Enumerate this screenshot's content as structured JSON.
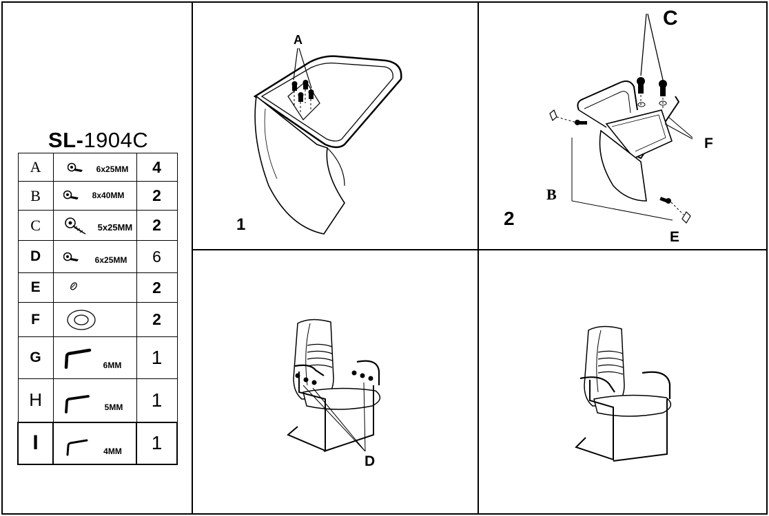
{
  "model": {
    "prefix": "SL-",
    "number": "1904C"
  },
  "parts": [
    {
      "code": "A",
      "icon": "bolt-icon",
      "size": "6x25MM",
      "qty": "4"
    },
    {
      "code": "B",
      "icon": "bolt-icon",
      "size": "8x40MM",
      "qty": "2"
    },
    {
      "code": "C",
      "icon": "wood-screw-icon",
      "size": "5x25MM",
      "qty": "2"
    },
    {
      "code": "D",
      "icon": "bolt-icon",
      "size": "6x25MM",
      "qty": "6"
    },
    {
      "code": "E",
      "icon": "cap-icon",
      "size": "",
      "qty": "2"
    },
    {
      "code": "F",
      "icon": "washer-icon",
      "size": "",
      "qty": "2"
    },
    {
      "code": "G",
      "icon": "allen-key-icon",
      "size": "6MM",
      "qty": "1"
    },
    {
      "code": "H",
      "icon": "allen-key-icon",
      "size": "5MM",
      "qty": "1"
    },
    {
      "code": "I",
      "icon": "allen-key-icon",
      "size": "4MM",
      "qty": "1"
    }
  ],
  "steps": {
    "step1": {
      "number": "1",
      "callouts": [
        "A"
      ]
    },
    "step2": {
      "number": "2",
      "callouts": [
        "C",
        "F",
        "B",
        "E"
      ]
    },
    "step3": {
      "callouts": [
        "D"
      ]
    }
  }
}
